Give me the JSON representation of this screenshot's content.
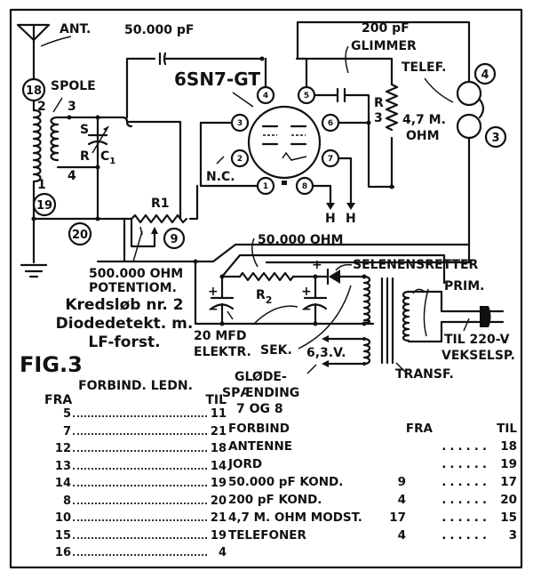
{
  "figure": {
    "label": "FIG.3",
    "caption_lines": [
      "Kredsløb nr. 2",
      "Diodedetekt. m.",
      "LF-forst."
    ]
  },
  "schematic": {
    "tube_type": "6SN7-GT",
    "labels": {
      "antenna": "ANT.",
      "coil": "SPOLE",
      "coupling_cap": "50.000 pF",
      "mica_cap_value": "200 pF",
      "mica_cap_type": "GLIMMER",
      "headphones": "TELEF.",
      "resistor_r3_name": "R",
      "resistor_r3_index": "3",
      "resistor_r3_value_1": "4,7 M.",
      "resistor_r3_value_2": "OHM",
      "coil_tap_s": "S",
      "coil_tap_r": "R",
      "tuning_cap": "C",
      "tuning_cap_sub": "1",
      "coil_pin_2": "2",
      "coil_pin_3": "3",
      "coil_pin_1": "1",
      "coil_pin_4": "4",
      "not_connected": "N.C.",
      "potentiometer_name": "R1",
      "potentiometer_value_1": "500.000 OHM",
      "potentiometer_value_2": "POTENTIOM.",
      "heater_left": "H",
      "heater_right": "H",
      "r2_value": "50.000 OHM",
      "r2_name": "R",
      "r2_sub": "2",
      "rectifier": "SELENENSRETTER",
      "primary": "PRIM.",
      "electrolytic_1": "20 MFD",
      "electrolytic_2": "ELEKTR.",
      "secondary": "SEK.",
      "heater_voltage": "6,3.V.",
      "mains_1": "TIL  220-V",
      "mains_2": "VEKSELSP.",
      "transformer": "TRANSF.",
      "heater_voltage_label_1": "GLØDE-",
      "heater_voltage_label_2": "SPÆNDING",
      "heater_voltage_label_3": "7 OG 8",
      "plus": "+",
      "minus": "−"
    },
    "tube_pins": [
      "1",
      "2",
      "3",
      "4",
      "5",
      "6",
      "7",
      "8"
    ],
    "terminal_nodes": [
      "18",
      "19",
      "20",
      "9",
      "4",
      "3"
    ]
  },
  "wiring_table": {
    "title": "FORBIND. LEDN.",
    "col_from": "FRA",
    "col_to": "TIL",
    "rows": [
      {
        "from": "5",
        "to": "11"
      },
      {
        "from": "7",
        "to": "21"
      },
      {
        "from": "12",
        "to": "18"
      },
      {
        "from": "13",
        "to": "14"
      },
      {
        "from": "14",
        "to": "19"
      },
      {
        "from": "8",
        "to": "20"
      },
      {
        "from": "10",
        "to": "21"
      },
      {
        "from": "15",
        "to": "19"
      },
      {
        "from": "16",
        "to": "4"
      }
    ]
  },
  "component_table": {
    "col_name": "FORBIND",
    "col_from": "FRA",
    "col_to": "TIL",
    "rows": [
      {
        "name": "ANTENNE",
        "from": "",
        "dots": "......",
        "to": "18"
      },
      {
        "name": "JORD",
        "from": "",
        "dots": "......",
        "to": "19"
      },
      {
        "name": "50.000 pF KOND.",
        "from": "9",
        "dots": "......",
        "to": "17"
      },
      {
        "name": "200 pF KOND.",
        "from": "4",
        "dots": "......",
        "to": "20"
      },
      {
        "name": "4,7 M. OHM MODST.",
        "from": "17",
        "dots": "......",
        "to": "15"
      },
      {
        "name": "TELEFONER",
        "from": "4",
        "dots": "......",
        "to": "3"
      }
    ]
  }
}
